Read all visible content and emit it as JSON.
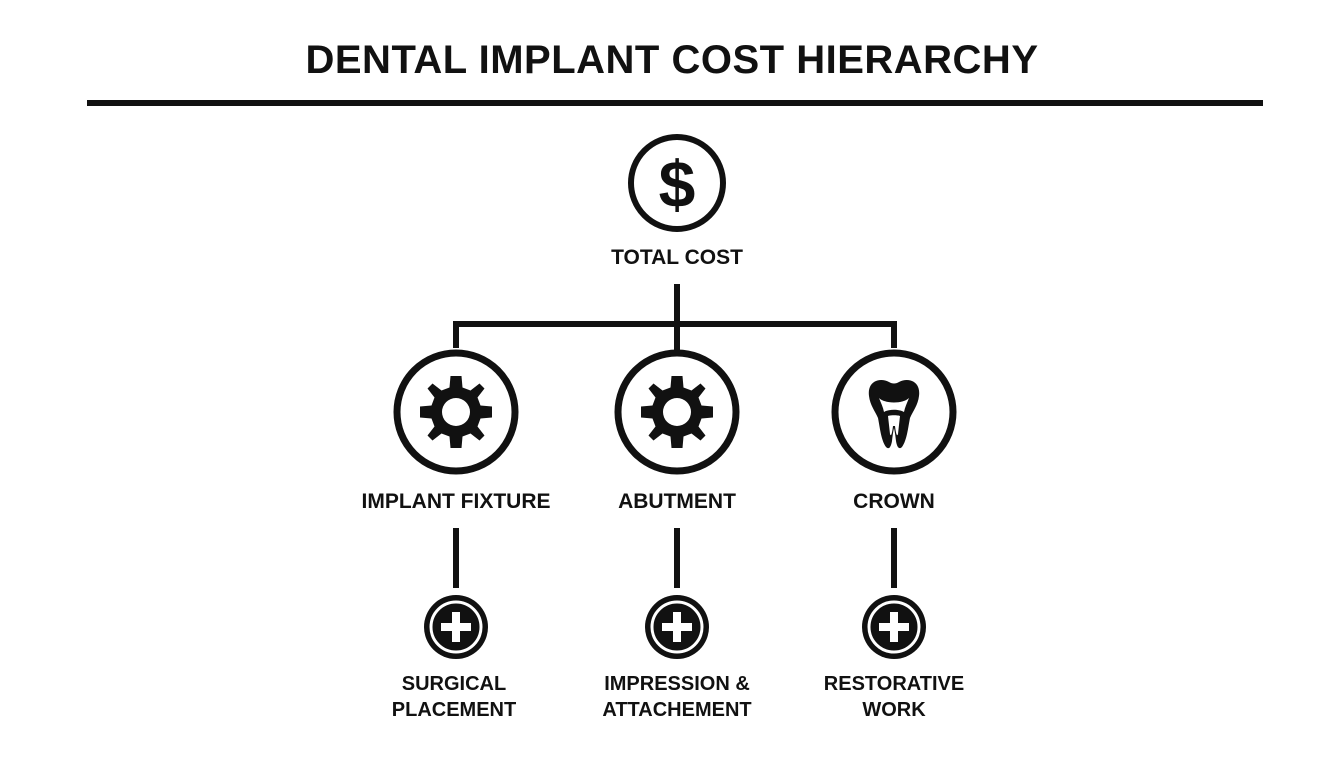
{
  "title": "DENTAL IMPLANT COST HIERARCHY",
  "root": {
    "label": "TOTAL COST",
    "icon": "dollar-icon"
  },
  "components": [
    {
      "label": "IMPLANT FIXTURE",
      "icon": "gear-icon",
      "sub": {
        "icon": "plus-icon",
        "line1": "SURGICAL",
        "line2": "PLACEMENT"
      }
    },
    {
      "label": "ABUTMENT",
      "icon": "gear-icon",
      "sub": {
        "icon": "plus-icon",
        "line1": "IMPRESSION &",
        "line2": "ATTACHEMENT"
      }
    },
    {
      "label": "CROWN",
      "icon": "tooth-icon",
      "sub": {
        "icon": "plus-icon",
        "line1": "RESTORATIVE",
        "line2": "WORK"
      }
    }
  ],
  "colors": {
    "ink": "#111111",
    "background": "#ffffff"
  }
}
